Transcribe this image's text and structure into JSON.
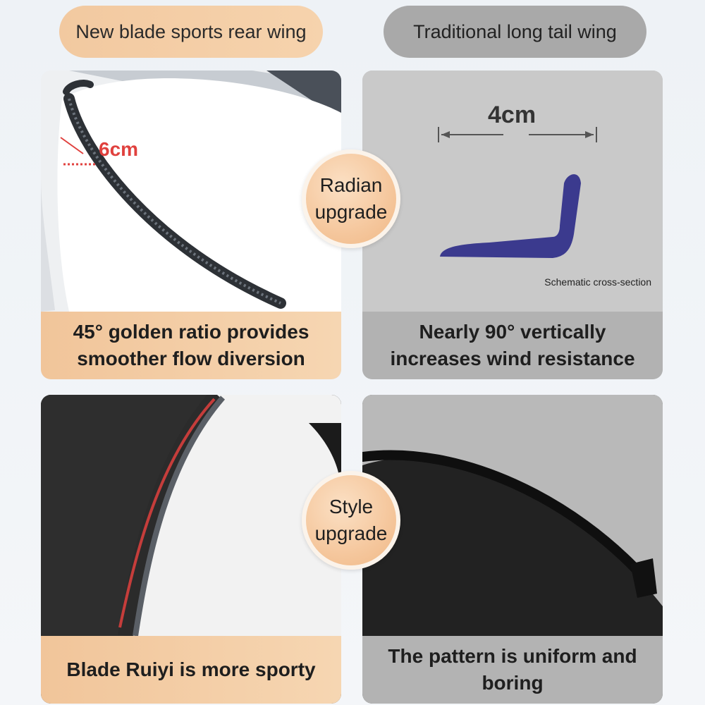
{
  "header": {
    "left_label": "New blade sports rear wing",
    "right_label": "Traditional long tail wing"
  },
  "panels": {
    "top_left": {
      "measure": "6cm",
      "caption": "45° golden ratio provides smoother flow diversion"
    },
    "top_right": {
      "measure": "4cm",
      "note": "Schematic cross-section",
      "caption": "Nearly 90° vertically increases wind resistance"
    },
    "bottom_left": {
      "caption": "Blade Ruiyi is more sporty"
    },
    "bottom_right": {
      "caption": "The pattern is uniform and boring"
    }
  },
  "badges": {
    "top": "Radian upgrade",
    "bottom": "Style upgrade"
  },
  "colors": {
    "accent_orange": "#f4c9a0",
    "neutral_gray": "#a9a9a9",
    "measure_red": "#e0413e",
    "profile_blue": "#3b3a8e"
  }
}
